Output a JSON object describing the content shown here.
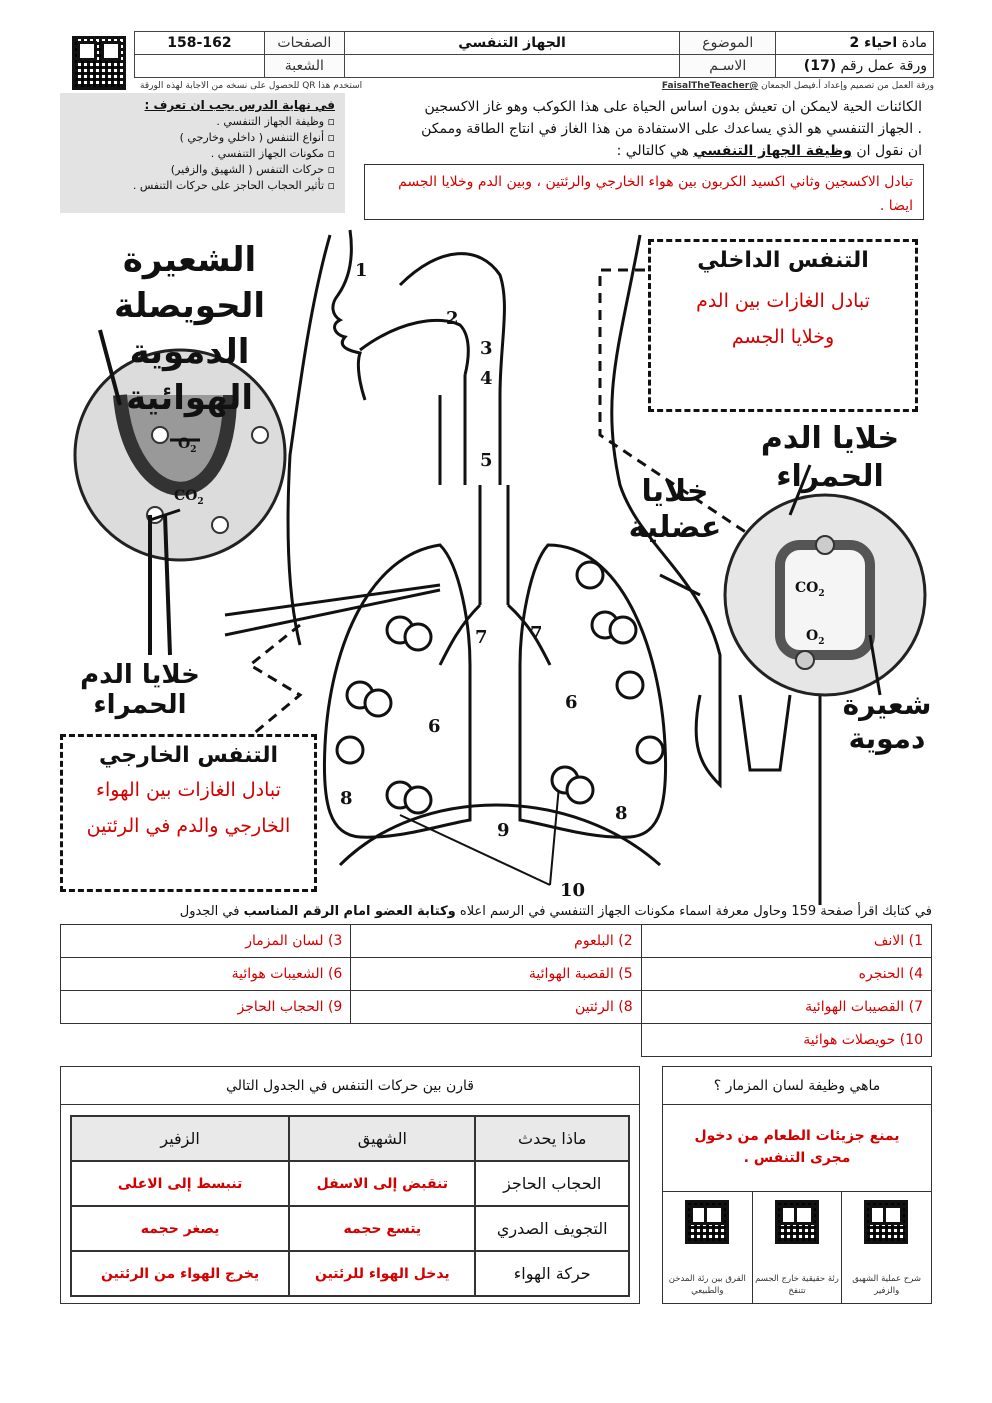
{
  "header": {
    "subject_label": "مادة",
    "subject_value": "احياء 2",
    "topic_label": "الموضوع",
    "topic_value": "الجهاز التنفسي",
    "pages_label": "الصفحات",
    "pages_value": "158-162",
    "worksheet_label": "ورقة عمل رقم",
    "worksheet_value": "(17)",
    "name_label": "الاسـم",
    "section_label": "الشعبة",
    "credit": "ورقة العمل من تصميم وإعداد أ.فيصل الجمعان",
    "handle": "@FaisalTheTeacher",
    "qr_note": "استخدم هذا QR للحصول على نسخه من الاجابة لهذه الورقة"
  },
  "objectives": {
    "title": "في نهاية الدرس يجب ان تعرف :",
    "items": [
      "وظيفة الجهاز التنفسي .",
      "أنواع التنفس ( داخلي وخارجي )",
      "مكونات الجهاز التنفسي .",
      "حركات التنفس ( الشهيق والزفير)",
      "تأثير الحجاب الحاجز على حركات التنفس ."
    ]
  },
  "intro": {
    "line1": "الكائنات الحية لايمكن ان تعيش بدون اساس الحياة على هذا الكوكب وهو غاز الاكسجين",
    "line2": ". الجهاز التنفسي هو الذي يساعدك على الاستفادة من هذا الغاز في انتاج الطاقة وممكن",
    "line3_a": "ان نقول ان ",
    "line3_b": "وظيفة الجهاز التنفسي",
    "line3_c": " هي كالتالي :",
    "function_answer": "تبادل الاكسجين وثاني اكسيد الكربون بين هواء الخارجي والرئتين ، وبين الدم وخلايا الجسم ايضا ."
  },
  "diagram": {
    "label_capillary_alveoli_1": "الشعيرة الحويصلة",
    "label_capillary_alveoli_2": "الدموية   الهوائية",
    "label_rbc_left_1": "خلايا الدم",
    "label_rbc_left_2": "الحمراء",
    "label_rbc_right_1": "خلايا الدم",
    "label_rbc_right_2": "الحمراء",
    "label_muscle_1": "خلايا",
    "label_muscle_2": "عضلية",
    "label_capillary_1": "شعيرة",
    "label_capillary_2": "دموية",
    "o2": "O",
    "co2": "CO",
    "sub2": "2",
    "numbers": [
      "1",
      "2",
      "3",
      "4",
      "5",
      "6",
      "6",
      "7",
      "7",
      "8",
      "8",
      "9",
      "10"
    ],
    "internal_title": "التنفس الداخلي",
    "internal_answer": "تبادل الغازات بين الدم وخلايا الجسم",
    "external_title": "التنفس الخارجي",
    "external_answer": "تبادل الغازات بين الهواء الخارجي والدم في الرئتين"
  },
  "instruction": {
    "part1": "في كتابك اقرأ صفحة 159 وحاول معرفة اسماء مكونات الجهاز التنفسي في الرسم اعلاه ",
    "part2": "وكتابة العضو امام الرقم المناسب",
    "part3": " في الجدول"
  },
  "parts": [
    [
      "1) الانف",
      "2) البلعوم",
      "3) لسان المزمار"
    ],
    [
      "4) الحنجره",
      "5) القصبة الهوائية",
      "6) الشعيبات هوائية"
    ],
    [
      "7) القصيبات الهوائية",
      "8) الرئتين",
      "9) الحجاب الحاجز"
    ],
    [
      "10) حويصلات هوائية"
    ]
  ],
  "compare": {
    "title": "قارن بين حركات التنفس في الجدول التالي",
    "headers": [
      "ماذا يحدث",
      "الشهيق",
      "الزفير"
    ],
    "rows": [
      [
        "الحجاب الحاجز",
        "تنقبض إلى الاسفل",
        "تنبسط إلى الاعلى"
      ],
      [
        "التجويف الصدري",
        "يتسع حجمه",
        "يصغر حجمه"
      ],
      [
        "حركة الهواء",
        "يدخل الهواء للرئتين",
        "يخرج الهواء من الرئتين"
      ]
    ]
  },
  "epiglottis": {
    "question": "ماهي وظيفة لسان المزمار ؟",
    "answer": "يمنع جزيئات الطعام من دخول مجرى التنفس ."
  },
  "qr_captions": [
    "شرح عملية الشهيق والزفير",
    "رئة حقيقية خارج الجسم تتنفخ",
    "الفرق بين رئة المدخن والطبيعي"
  ]
}
